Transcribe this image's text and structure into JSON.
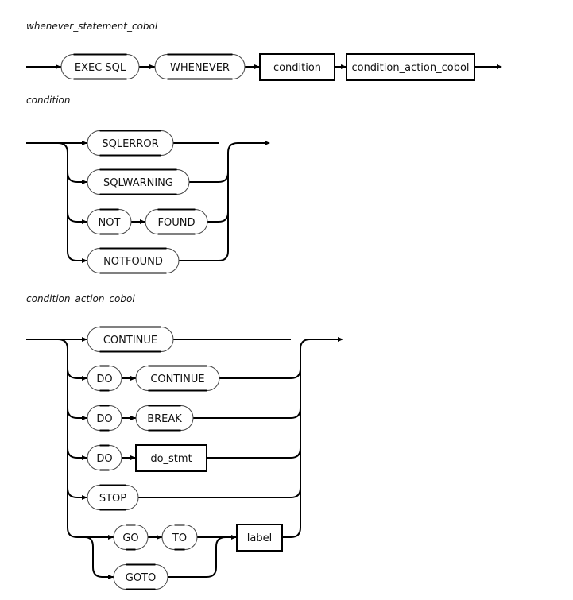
{
  "diagrams": [
    {
      "title": "whenever_statement_cobol",
      "sequence": [
        {
          "kind": "terminal",
          "text": "EXEC SQL"
        },
        {
          "kind": "terminal",
          "text": "WHENEVER"
        },
        {
          "kind": "nonterminal",
          "text": "condition"
        },
        {
          "kind": "nonterminal",
          "text": "condition_action_cobol"
        }
      ]
    },
    {
      "title": "condition",
      "choices": [
        [
          {
            "kind": "terminal",
            "text": "SQLERROR"
          }
        ],
        [
          {
            "kind": "terminal",
            "text": "SQLWARNING"
          }
        ],
        [
          {
            "kind": "terminal",
            "text": "NOT"
          },
          {
            "kind": "terminal",
            "text": "FOUND"
          }
        ],
        [
          {
            "kind": "terminal",
            "text": "NOTFOUND"
          }
        ]
      ]
    },
    {
      "title": "condition_action_cobol",
      "choices": [
        [
          {
            "kind": "terminal",
            "text": "CONTINUE"
          }
        ],
        [
          {
            "kind": "terminal",
            "text": "DO"
          },
          {
            "kind": "terminal",
            "text": "CONTINUE"
          }
        ],
        [
          {
            "kind": "terminal",
            "text": "DO"
          },
          {
            "kind": "terminal",
            "text": "BREAK"
          }
        ],
        [
          {
            "kind": "terminal",
            "text": "DO"
          },
          {
            "kind": "nonterminal",
            "text": "do_stmt"
          }
        ],
        [
          {
            "kind": "terminal",
            "text": "STOP"
          }
        ],
        [
          {
            "kind": "choice",
            "options": [
              [
                {
                  "kind": "terminal",
                  "text": "GO"
                },
                {
                  "kind": "terminal",
                  "text": "TO"
                }
              ],
              [
                {
                  "kind": "terminal",
                  "text": "GOTO"
                }
              ]
            ]
          },
          {
            "kind": "nonterminal",
            "text": "label"
          }
        ]
      ]
    }
  ]
}
